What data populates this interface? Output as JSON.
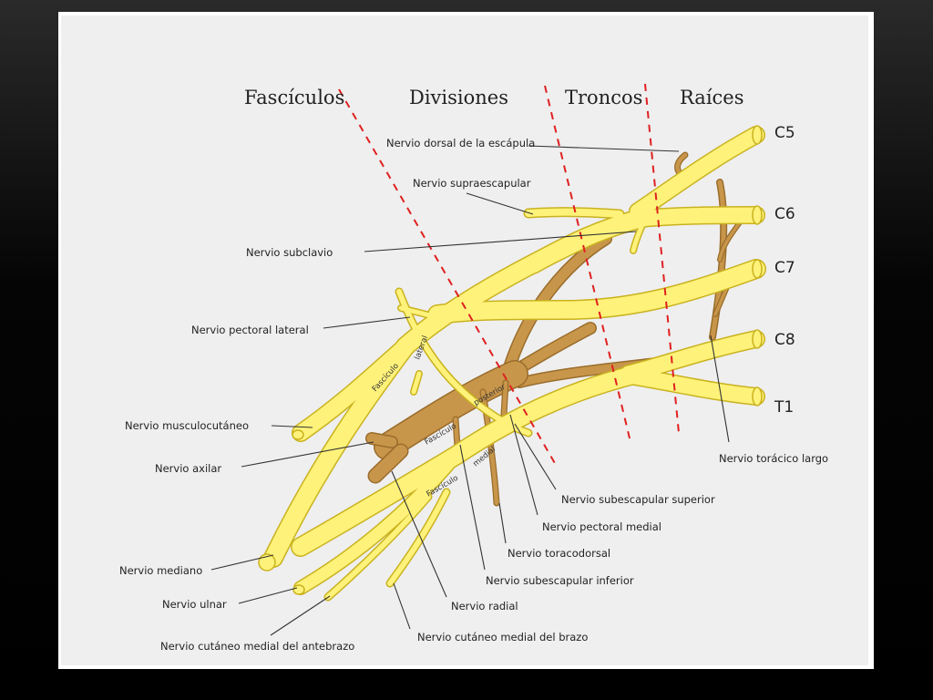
{
  "colors": {
    "nerve": "#fff27a",
    "nerve_outline": "#c9b21e",
    "posterior": "#c8964a",
    "posterior_outline": "#9a6d2c",
    "boundary": "#e02020",
    "background": "#efefef"
  },
  "sections": [
    "Fascículos",
    "Divisiones",
    "Troncos",
    "Raíces"
  ],
  "roots": [
    "C5",
    "C6",
    "C7",
    "C8",
    "T1"
  ],
  "cords": {
    "lateral": [
      "Fascículo",
      "lateral"
    ],
    "posterior": [
      "Fascículo",
      "posterior"
    ],
    "medial": [
      "Fascículo",
      "medial"
    ]
  },
  "labels": {
    "dorsal_escapula": "Nervio dorsal de la escápula",
    "supraescapular": "Nervio supraescapular",
    "subclavio": "Nervio subclavio",
    "pectoral_lateral": "Nervio pectoral lateral",
    "musculocutaneo": "Nervio musculocutáneo",
    "axilar": "Nervio axilar",
    "mediano": "Nervio mediano",
    "ulnar": "Nervio ulnar",
    "cutaneo_antebrazo": "Nervio cutáneo medial del antebrazo",
    "cutaneo_brazo": "Nervio cutáneo medial del brazo",
    "radial": "Nervio radial",
    "subescapular_inferior": "Nervio subescapular inferior",
    "toracodorsal": "Nervio toracodorsal",
    "pectoral_medial": "Nervio pectoral medial",
    "subescapular_superior": "Nervio subescapular superior",
    "toracico_largo": "Nervio torácico largo"
  }
}
